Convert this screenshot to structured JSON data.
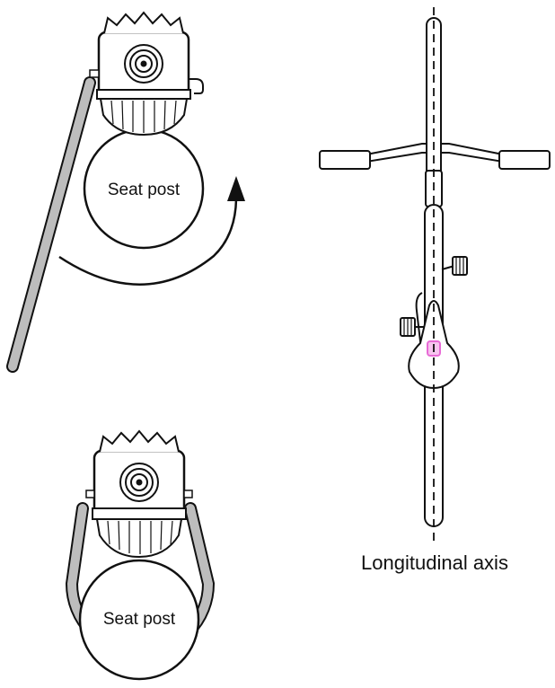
{
  "labels": {
    "seat_post_top": "Seat post",
    "seat_post_bottom": "Seat post",
    "longitudinal_axis": "Longitudinal axis"
  },
  "colors": {
    "line": "#111111",
    "strap_fill": "#bdbdbd",
    "highlight": "#e86ad6"
  }
}
